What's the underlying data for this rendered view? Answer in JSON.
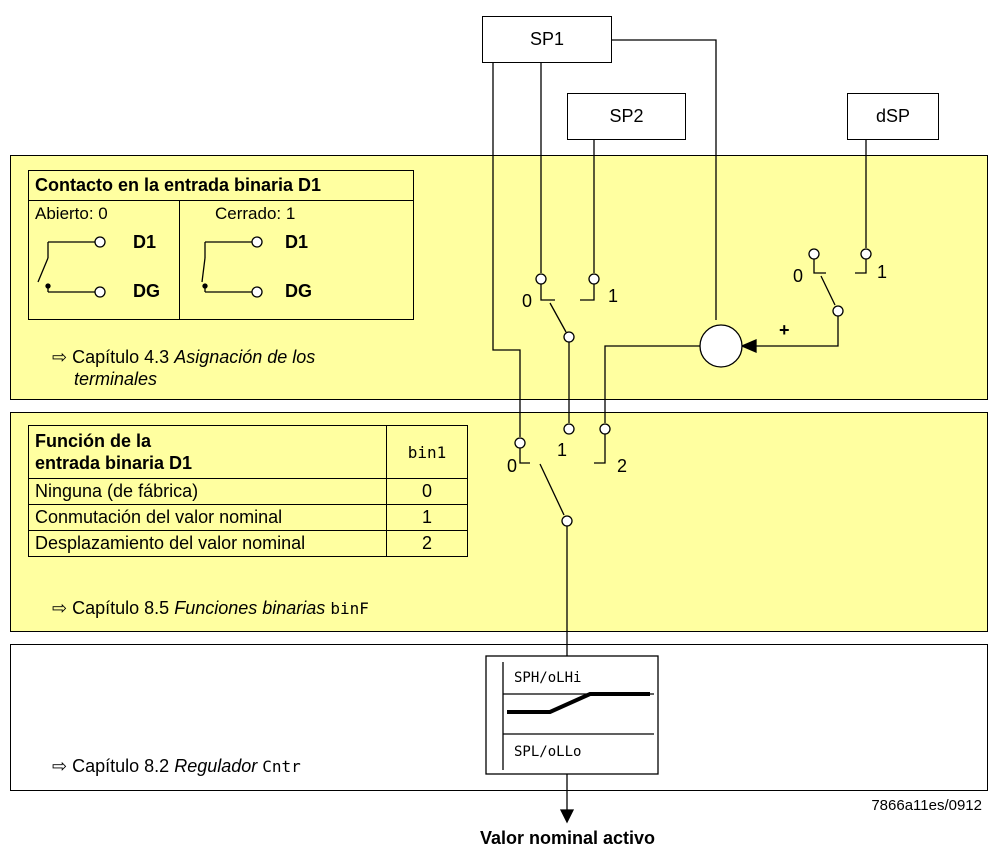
{
  "setpoints": {
    "sp1": "SP1",
    "sp2": "SP2",
    "dsp": "dSP"
  },
  "contact_table": {
    "title": "Contacto en la entrada binaria D1",
    "open_label": "Abierto: 0",
    "closed_label": "Cerrado: 1",
    "terminal_d1": "D1",
    "terminal_dg": "DG"
  },
  "panel1_ref": {
    "arrow": "⇨",
    "chapter": "Capítulo 4.3",
    "title": "Asignación de los",
    "title2": "terminales"
  },
  "function_table": {
    "header_line1": "Función de la",
    "header_line2": "entrada binaria D1",
    "param": "bin1",
    "rows": [
      {
        "label": "Ninguna (de fábrica)",
        "value": "0"
      },
      {
        "label": "Conmutación del valor nominal",
        "value": "1"
      },
      {
        "label": "Desplazamiento del valor nominal",
        "value": "2"
      }
    ]
  },
  "panel2_ref": {
    "arrow": "⇨",
    "chapter": "Capítulo 8.5",
    "title": "Funciones binarias",
    "param": "binF"
  },
  "panel3_ref": {
    "arrow": "⇨",
    "chapter": "Capítulo 8.2",
    "title": "Regulador",
    "param": "Cntr"
  },
  "switch1": {
    "pos0": "0",
    "pos1": "1"
  },
  "switch_dsp": {
    "pos0": "0",
    "pos1": "1",
    "plus": "+"
  },
  "switch2": {
    "pos0": "0",
    "pos1": "1",
    "pos2": "2"
  },
  "limiter": {
    "top": "SPH/oLHi",
    "bottom": "SPL/oLLo"
  },
  "figure_code": "7866a11es/0912",
  "output_label": "Valor nominal activo"
}
